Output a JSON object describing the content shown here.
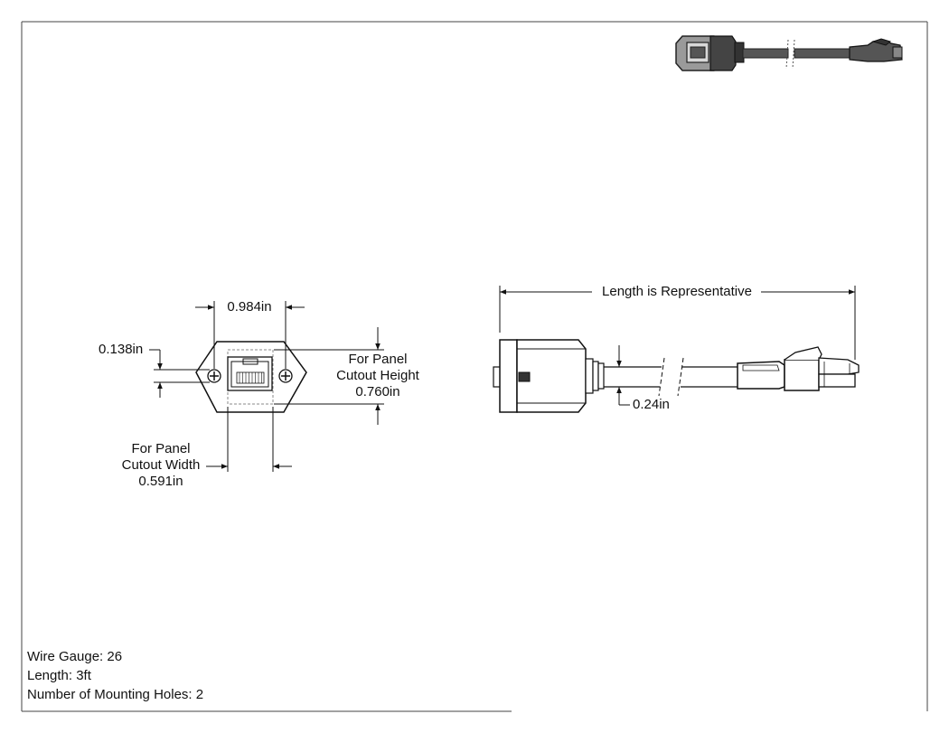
{
  "dimensions": {
    "hole_spacing": "0.984in",
    "hole_diameter": "0.138in",
    "cutout_height_line1": "For Panel",
    "cutout_height_line2": "Cutout Height",
    "cutout_height_value": "0.760in",
    "cutout_width_line1": "For Panel",
    "cutout_width_line2": "Cutout Width",
    "cutout_width_value": "0.591in",
    "cable_length": "Length is Representative",
    "cable_diameter": "0.24in"
  },
  "specs": {
    "wire_gauge": "Wire Gauge: 26",
    "length": "Length: 3ft",
    "mounting_holes": "Number of Mounting Holes: 2"
  }
}
